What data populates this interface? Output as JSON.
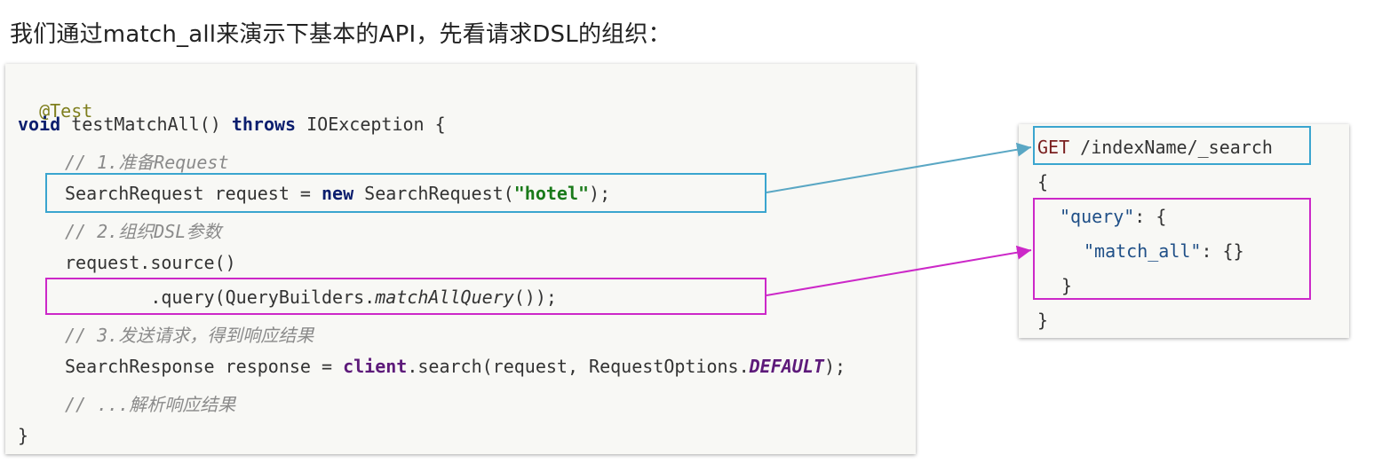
{
  "heading": "我们通过match_all来演示下基本的API，先看请求DSL的组织：",
  "java": {
    "annotation": "@Test",
    "sig_void": "void",
    "sig_name": " testMatchAll() ",
    "sig_throws": "throws",
    "sig_rest": " IOException {",
    "c1": "// 1.准备Request",
    "req_a": "SearchRequest request = ",
    "req_new": "new",
    "req_b": " SearchRequest(",
    "req_str": "\"hotel\"",
    "req_c": ");",
    "c2": "// 2.组织DSL参数",
    "src": "request.source()",
    "q_a": "        .query(QueryBuilders.",
    "q_m": "matchAllQuery",
    "q_b": "());",
    "c3": "// 3.发送请求，得到响应结果",
    "resp_a": "SearchResponse response = ",
    "resp_client": "client",
    "resp_b": ".search(request, RequestOptions.",
    "resp_default": "DEFAULT",
    "resp_c": ");",
    "c4": "// ...解析响应结果",
    "close": "}"
  },
  "dsl": {
    "method": "GET",
    "path": " /indexName/_search",
    "open": "{",
    "query_key": "\"query\"",
    "query_rest": ": {",
    "match_key": "\"match_all\"",
    "match_rest": ": {}",
    "inner_close": "}",
    "close": "}"
  },
  "colors": {
    "request_highlight": "#3aa5cf",
    "query_highlight": "#cc28c8"
  }
}
